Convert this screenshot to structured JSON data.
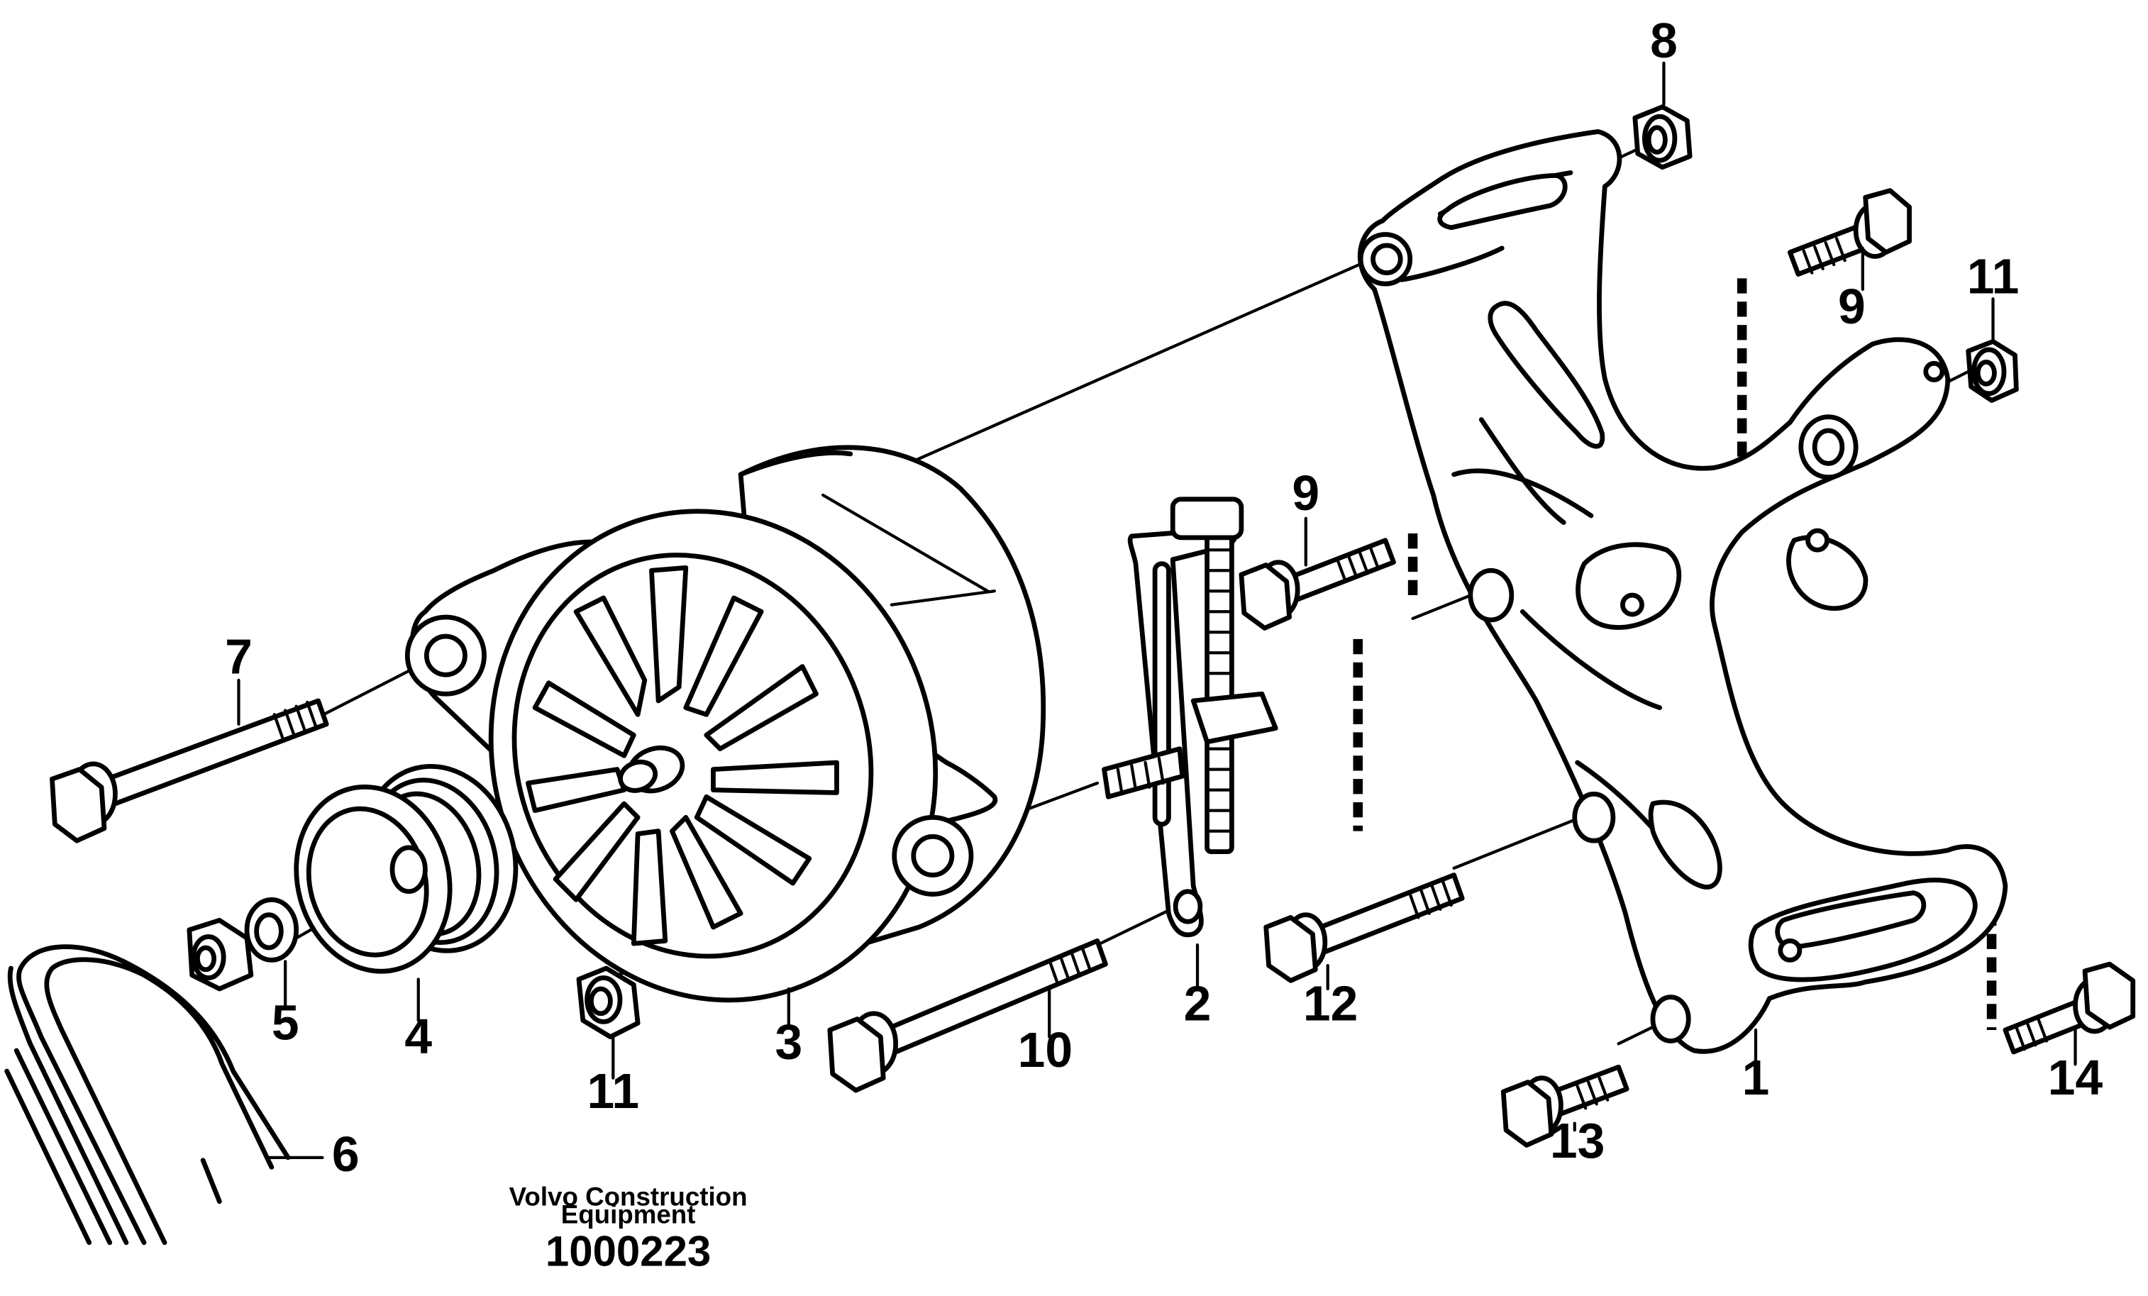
{
  "callouts": {
    "c1": "1",
    "c2": "2",
    "c3": "3",
    "c4": "4",
    "c5": "5",
    "c6": "6",
    "c7": "7",
    "c8": "8",
    "c9_top": "9",
    "c9_mid": "9",
    "c10": "10",
    "c11_left": "11",
    "c11_right": "11",
    "c12": "12",
    "c13": "13",
    "c14": "14"
  },
  "credit": {
    "line1": "Volvo Construction",
    "line2": "Equipment"
  },
  "figure_number": "1000223"
}
